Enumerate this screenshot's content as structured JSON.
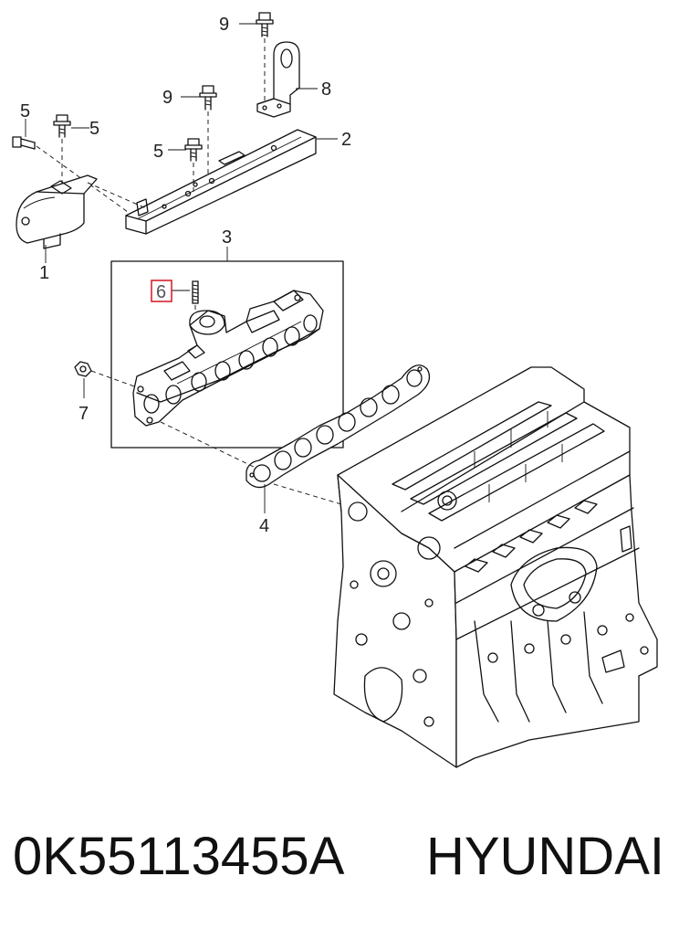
{
  "callouts": {
    "c1": "1",
    "c2": "2",
    "c3": "3",
    "c4": "4",
    "c5a": "5",
    "c5b": "5",
    "c5c": "5",
    "c6": "6",
    "c7": "7",
    "c8": "8",
    "c9a": "9",
    "c9b": "9"
  },
  "highlight_color": "#d9232e",
  "footer": {
    "part_number": "0K55113455A",
    "brand": "HYUNDAI"
  }
}
